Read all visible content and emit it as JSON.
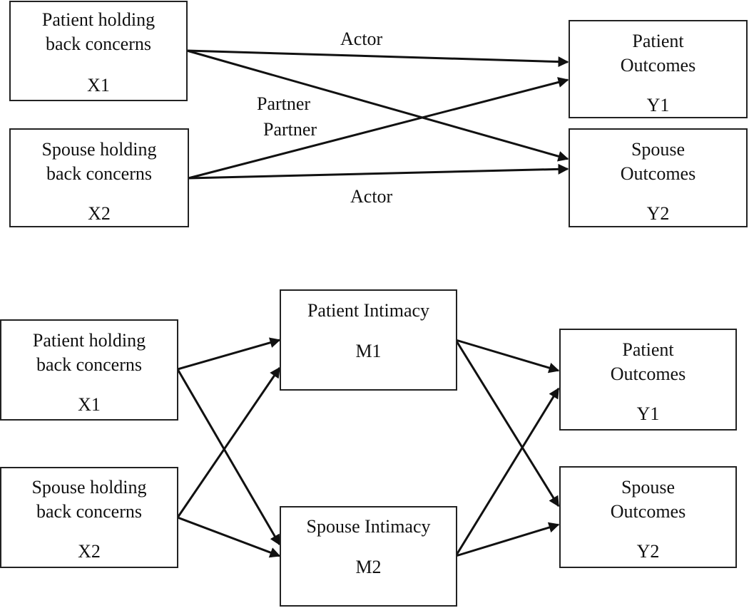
{
  "top_model": {
    "x1": {
      "line1": "Patient holding",
      "line2": "back concerns",
      "id": "X1"
    },
    "x2": {
      "line1": "Spouse holding",
      "line2": "back concerns",
      "id": "X2"
    },
    "y1": {
      "line1": "Patient",
      "line2": "Outcomes",
      "id": "Y1"
    },
    "y2": {
      "line1": "Spouse",
      "line2": "Outcomes",
      "id": "Y2"
    },
    "labels": {
      "actor_top": "Actor",
      "partner_1": "Partner",
      "partner_2": "Partner",
      "actor_bottom": "Actor"
    }
  },
  "bottom_model": {
    "x1": {
      "line1": "Patient holding",
      "line2": "back concerns",
      "id": "X1"
    },
    "x2": {
      "line1": "Spouse holding",
      "line2": "back concerns",
      "id": "X2"
    },
    "m1": {
      "title": "Patient Intimacy",
      "id": "M1"
    },
    "m2": {
      "title": "Spouse Intimacy",
      "id": "M2"
    },
    "y1": {
      "line1": "Patient",
      "line2": "Outcomes",
      "id": "Y1"
    },
    "y2": {
      "line1": "Spouse",
      "line2": "Outcomes",
      "id": "Y2"
    }
  }
}
